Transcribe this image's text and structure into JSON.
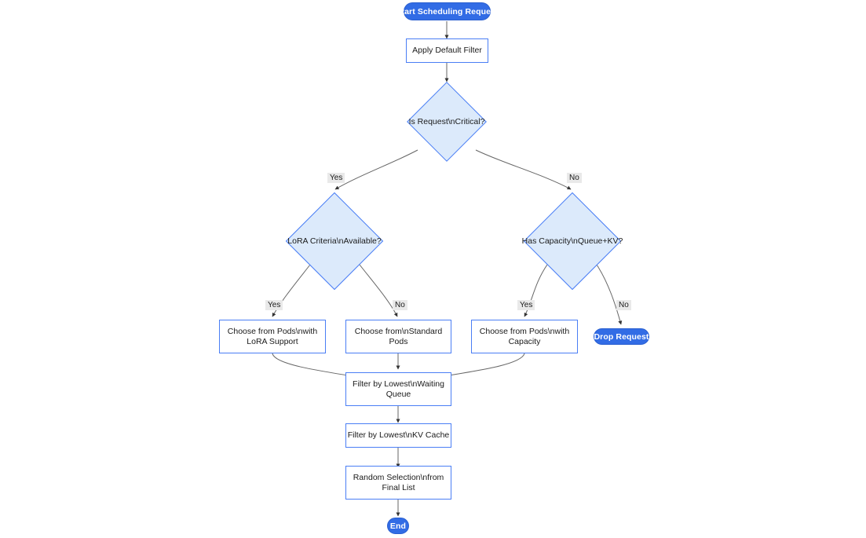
{
  "diagram": {
    "type": "flowchart",
    "direction": "top-down",
    "background": "#ffffff",
    "palette": {
      "terminal_fill": "#326ce5",
      "terminal_text": "#ffffff",
      "process_fill": "#ffffff",
      "process_border": "#4a7ef5",
      "decision_fill": "#dceafb",
      "decision_border": "#4a7ef5",
      "edge_stroke": "#666666",
      "edge_label_bg": "#e9e9e9",
      "text": "#1a1a1a"
    },
    "nodes": [
      {
        "id": "start",
        "shape": "pill",
        "label": "Start Scheduling Request"
      },
      {
        "id": "default",
        "shape": "process",
        "label": "Apply Default Filter"
      },
      {
        "id": "critical",
        "shape": "decision",
        "label": "Is Request\\nCritical?"
      },
      {
        "id": "lora",
        "shape": "decision",
        "label": "LoRA Criteria\\nAvailable?"
      },
      {
        "id": "capacity",
        "shape": "decision",
        "label": "Has Capacity\\nQueue+KV?"
      },
      {
        "id": "lorapods",
        "shape": "process",
        "label_line1": "Choose from Pods\\nwith",
        "label_line2": "LoRA Support"
      },
      {
        "id": "stdpods",
        "shape": "process",
        "label_line1": "Choose from\\nStandard",
        "label_line2": "Pods"
      },
      {
        "id": "cappods",
        "shape": "process",
        "label_line1": "Choose from Pods\\nwith",
        "label_line2": "Capacity"
      },
      {
        "id": "drop",
        "shape": "pill",
        "label": "Drop Request"
      },
      {
        "id": "filterqueue",
        "shape": "process",
        "label_line1": "Filter by Lowest\\nWaiting",
        "label_line2": "Queue"
      },
      {
        "id": "filterkv",
        "shape": "process",
        "label": "Filter by Lowest\\nKV Cache"
      },
      {
        "id": "random",
        "shape": "process",
        "label_line1": "Random Selection\\nfrom",
        "label_line2": "Final List"
      },
      {
        "id": "end",
        "shape": "pill",
        "label": "End"
      }
    ],
    "edge_labels": {
      "critical_yes": "Yes",
      "critical_no": "No",
      "lora_yes": "Yes",
      "lora_no": "No",
      "capacity_yes": "Yes",
      "capacity_no": "No"
    }
  }
}
